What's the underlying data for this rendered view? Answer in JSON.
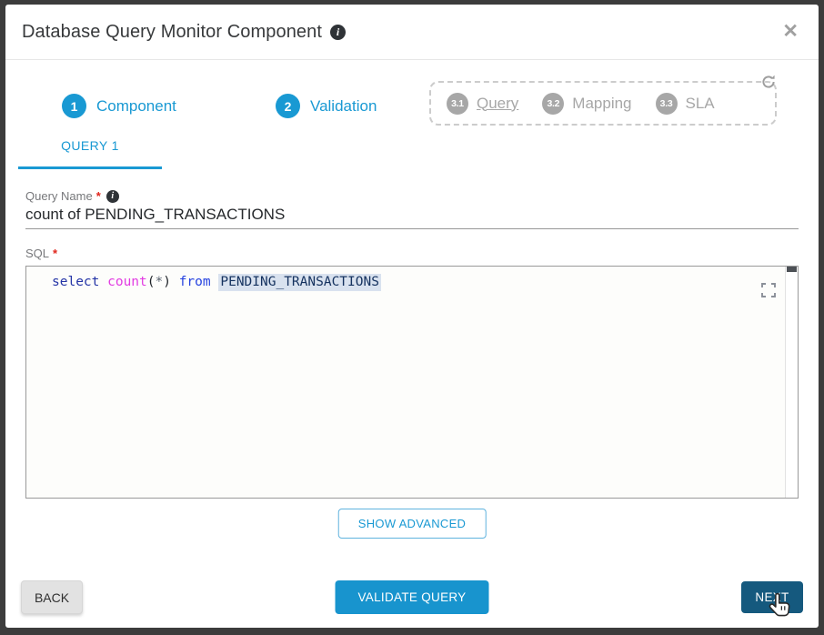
{
  "modal": {
    "title": "Database Query Monitor Component",
    "info_glyph": "i",
    "close_glyph": "✕"
  },
  "wizard": {
    "steps": [
      {
        "number": "1",
        "label": "Component"
      },
      {
        "number": "2",
        "label": "Validation"
      }
    ],
    "substeps": [
      {
        "number": "3.1",
        "label": "Query"
      },
      {
        "number": "3.2",
        "label": "Mapping"
      },
      {
        "number": "3.3",
        "label": "SLA"
      }
    ]
  },
  "tabs": {
    "query_tab": "QUERY 1"
  },
  "form": {
    "query_name": {
      "label": "Query Name",
      "required_mark": "*",
      "info_glyph": "i",
      "value": "count of PENDING_TRANSACTIONS"
    },
    "sql": {
      "label": "SQL",
      "required_mark": "*"
    }
  },
  "editor": {
    "code": "select count(*) from PENDING_TRANSACTIONS",
    "tokens": [
      {
        "t": "select "
      },
      {
        "t": "count"
      },
      {
        "t": "("
      },
      {
        "t": "*"
      },
      {
        "t": ")"
      },
      {
        "t": " from "
      },
      {
        "t": "PENDING_TRANSACTIONS"
      }
    ]
  },
  "actions": {
    "show_advanced": "SHOW ADVANCED"
  },
  "footer": {
    "back": "BACK",
    "validate": "VALIDATE QUERY",
    "next": "NEXT"
  },
  "colors": {
    "accent": "#1999d3",
    "inactive_step": "#a7a7a7",
    "validate_button": "#1894ce",
    "next_button_hover": "#15597e",
    "required_mark": "#e0251b",
    "code_keyword": "#2434a6",
    "code_function": "#e23ce2",
    "code_from": "#2643e0",
    "code_table_text": "#15325f",
    "code_table_bg": "#d9e2ef"
  }
}
